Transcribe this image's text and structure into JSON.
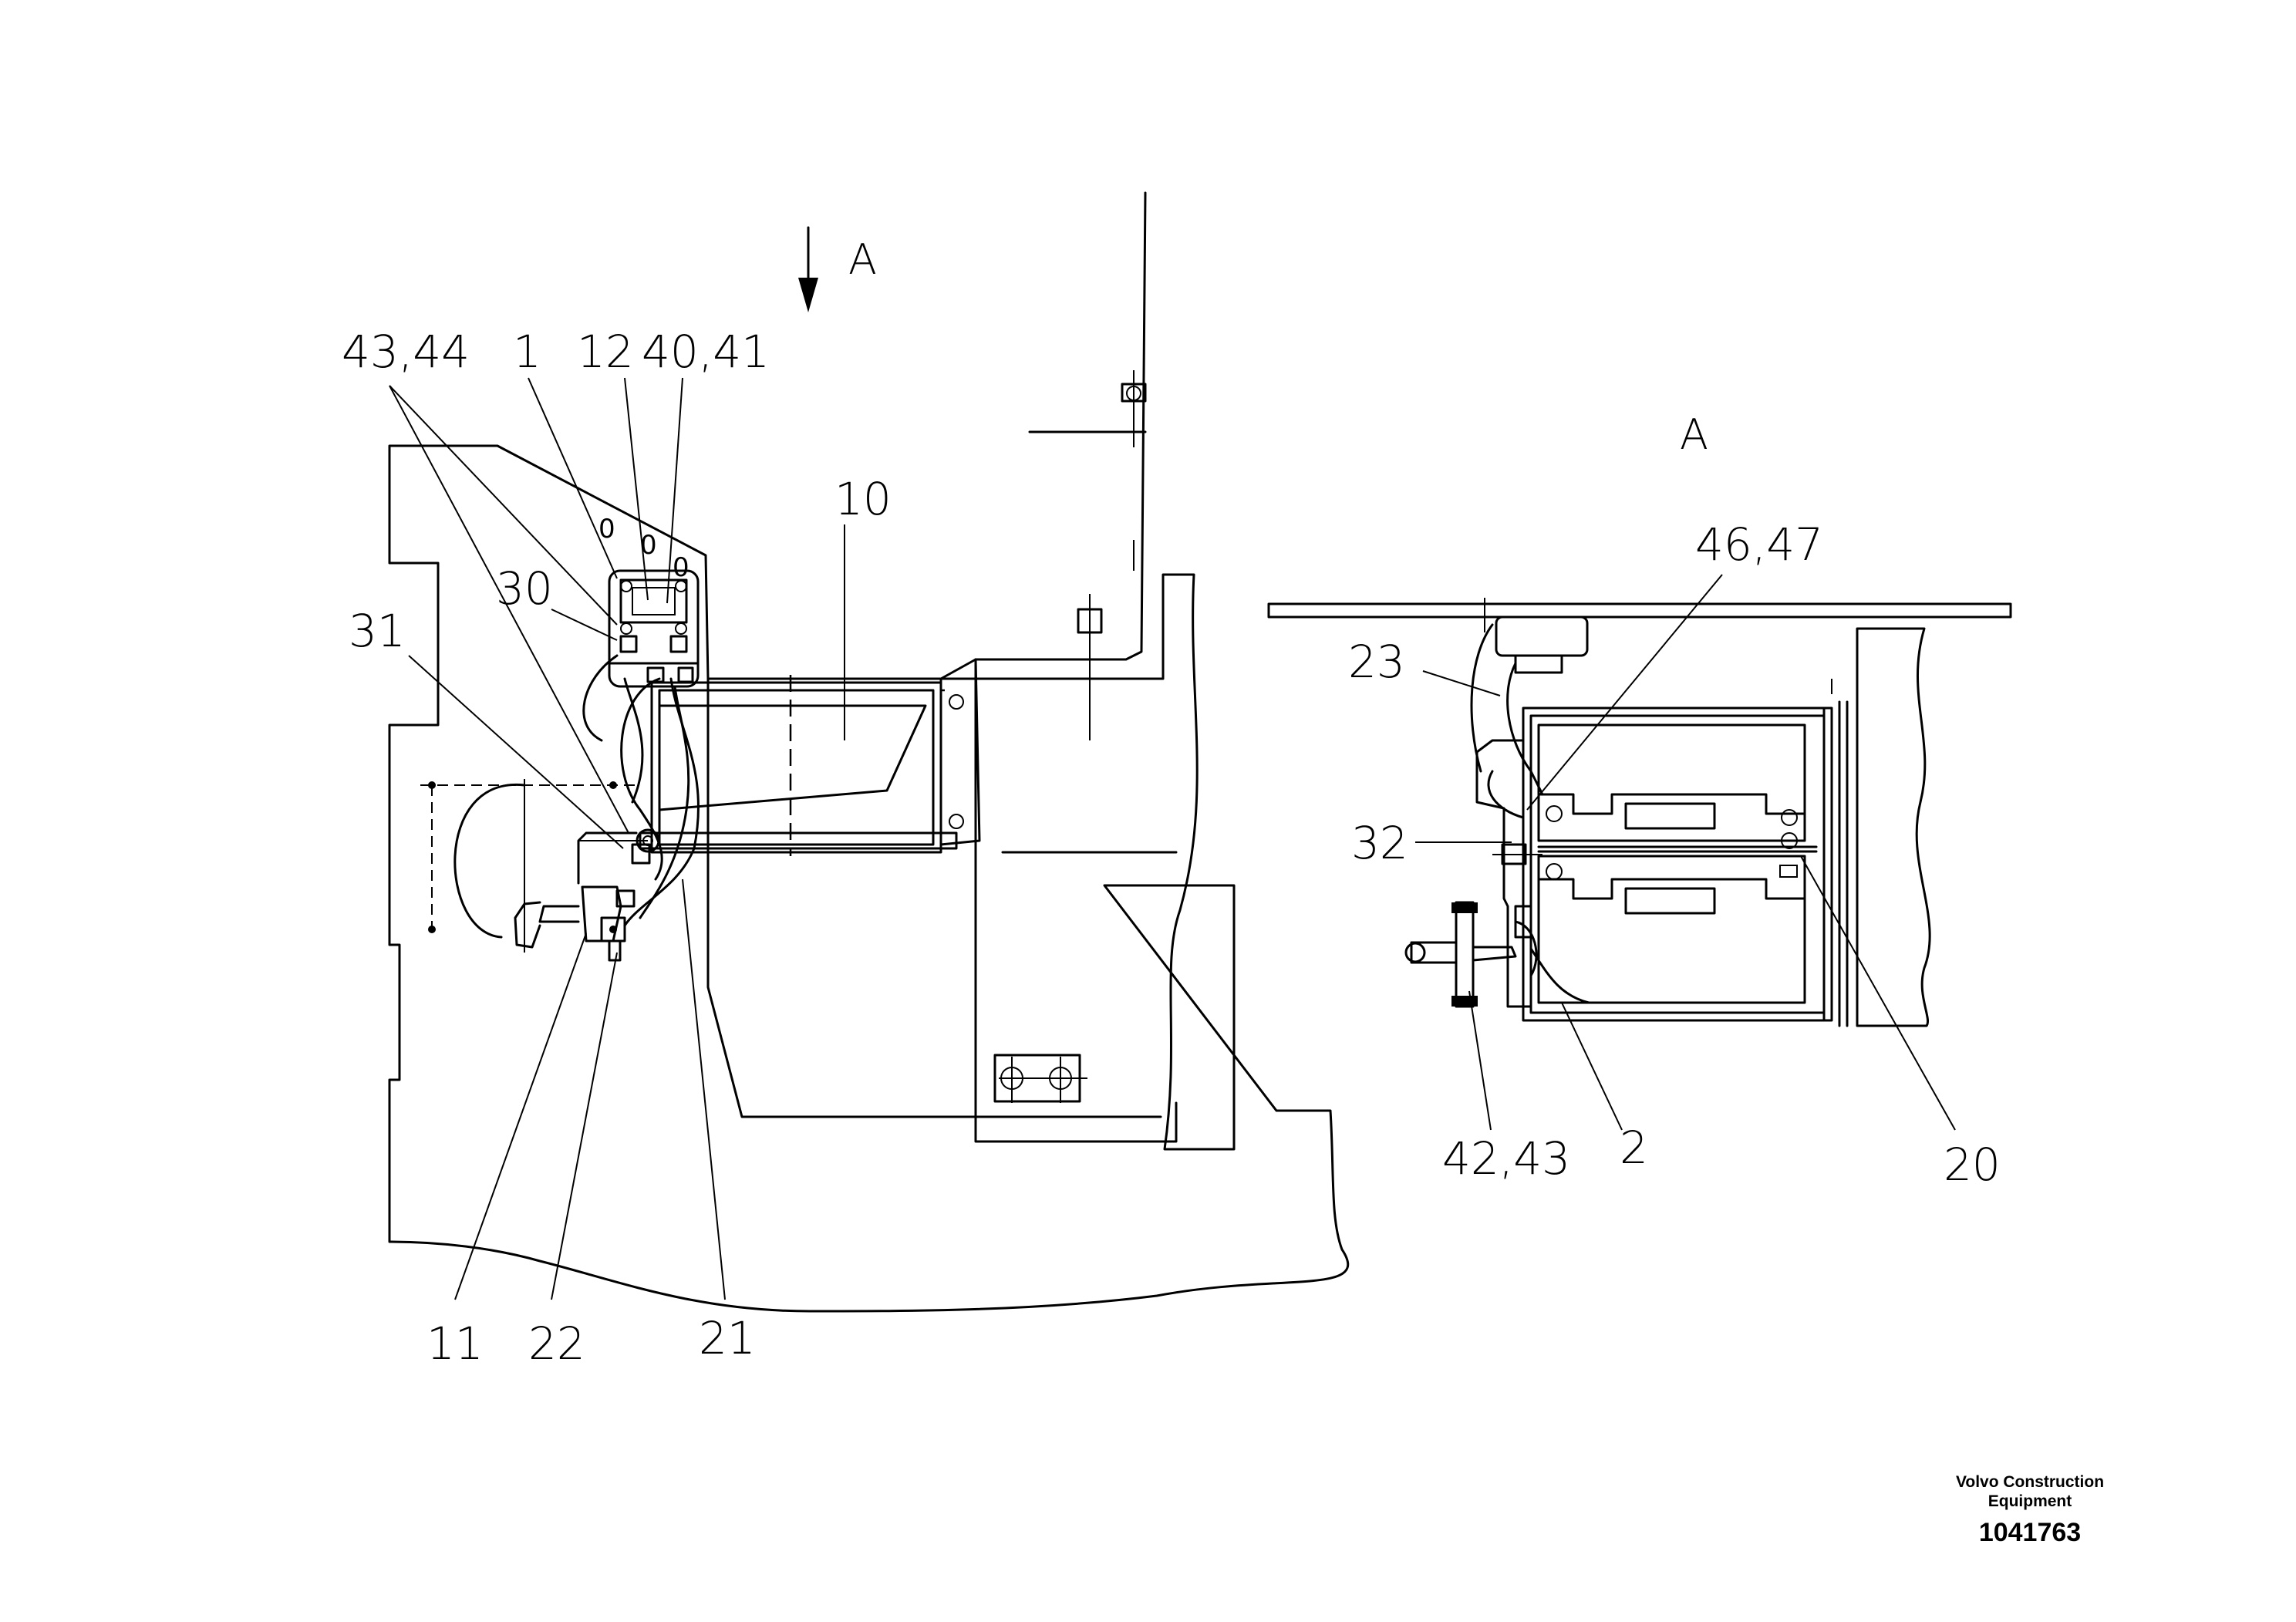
{
  "view_marker": {
    "arrow_label": "A",
    "view_title": "A"
  },
  "callouts_main": {
    "c_43_44": "43,44",
    "c_1": "1",
    "c_12": "12",
    "c_40_41": "40,41",
    "c_10": "10",
    "c_30": "30",
    "c_31": "31",
    "c_11": "11",
    "c_22": "22",
    "c_21": "21",
    "zero_a": "0",
    "zero_b": "0",
    "zero_c": "0"
  },
  "callouts_view_a": {
    "c_46_47": "46,47",
    "c_23": "23",
    "c_32": "32",
    "c_42_43": "42,43",
    "c_2": "2",
    "c_20": "20"
  },
  "title_block": {
    "company_line1": "Volvo Construction",
    "company_line2": "Equipment",
    "drawing_number": "1041763"
  }
}
